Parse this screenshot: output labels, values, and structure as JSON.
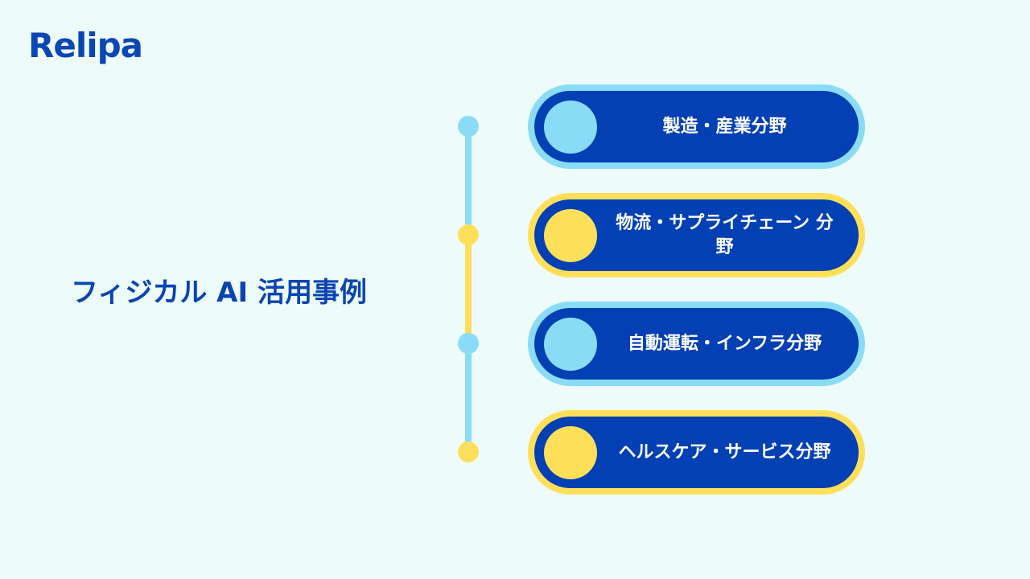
{
  "brand": {
    "logo_text": "Relipa"
  },
  "title": "フィジカル AI 活用事例",
  "colors": {
    "background": "#EEFBFB",
    "dark_blue": "#0340B3",
    "light_blue": "#8ADCF6",
    "yellow": "#FEDF5A",
    "title_text": "#0A45B0"
  },
  "items": [
    {
      "label": "製造・産業分野",
      "accent": "light_blue"
    },
    {
      "label": "物流・サプライチェーン 分野",
      "accent": "yellow"
    },
    {
      "label": "自動運転・インフラ分野",
      "accent": "light_blue"
    },
    {
      "label": "ヘルスケア・サービス分野",
      "accent": "yellow"
    }
  ]
}
